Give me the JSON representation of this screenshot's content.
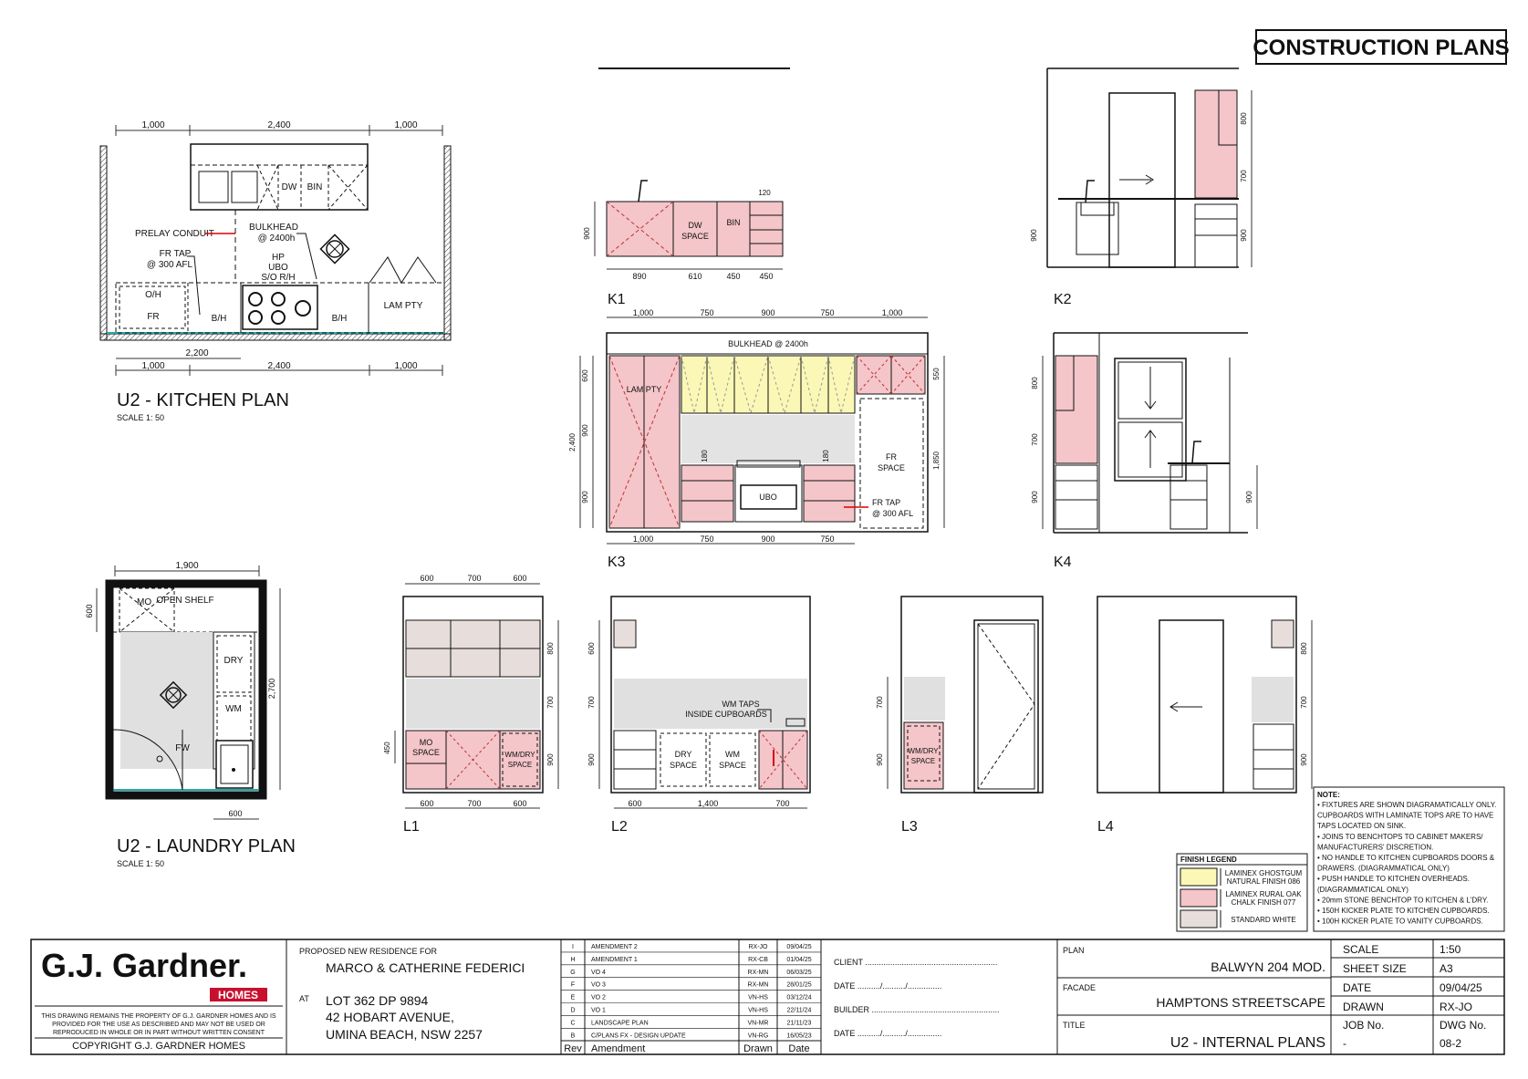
{
  "header": {
    "title": "CONSTRUCTION PLANS"
  },
  "kitchen_plan": {
    "title": "U2 - KITCHEN PLAN",
    "scale": "SCALE 1: 50",
    "dims_top": [
      "1,000",
      "2,400",
      "1,000"
    ],
    "dims_bottom": [
      "1,000",
      "2,400",
      "1,000"
    ],
    "dim_2200": "2,200",
    "labels": {
      "dw": "DW",
      "bin": "BIN",
      "prelay": "PRELAY CONDUIT",
      "bulkhead1": "BULKHEAD",
      "bulkhead2": "@ 2400h",
      "frtap1": "FR TAP",
      "frtap2": "@ 300 AFL",
      "hp": "HP",
      "ubo": "UBO",
      "sor": "S/O R/H",
      "oh": "O/H",
      "fr": "FR",
      "bh": "B/H",
      "bh2": "B/H",
      "lampty": "LAM PTY"
    }
  },
  "laundry_plan": {
    "title": "U2 - LAUNDRY PLAN",
    "scale": "SCALE 1: 50",
    "dim_top": "1,900",
    "dim_side": "2,700",
    "dim_600": "600",
    "dim_600b": "600",
    "labels": {
      "mo": "MO",
      "open_shelf": "OPEN SHELF",
      "dry": "DRY",
      "wm": "WM",
      "fw": "FW"
    }
  },
  "elevations": {
    "k1": {
      "tag": "K1",
      "labels": {
        "dw1": "DW",
        "dw2": "SPACE",
        "bin": "BIN",
        "h900": "900",
        "h120": "120"
      },
      "dims": [
        "890",
        "610",
        "450",
        "450"
      ]
    },
    "k2": {
      "tag": "K2",
      "dims": [
        "900",
        "900",
        "700",
        "800"
      ]
    },
    "k3": {
      "tag": "K3",
      "dims_top": [
        "1,000",
        "750",
        "900",
        "750",
        "1,000"
      ],
      "dims_bottom": [
        "1,000",
        "750",
        "900",
        "750"
      ],
      "labels": {
        "bulkhead": "BULKHEAD @ 2400h",
        "lampty": "LAM PTY",
        "fr1": "FR",
        "fr2": "SPACE",
        "ubo": "UBO",
        "frtap1": "FR TAP",
        "frtap2": "@ 300 AFL",
        "h180a": "180",
        "h180b": "180"
      },
      "side": [
        "600",
        "900",
        "900",
        "2,400",
        "550",
        "1,850"
      ]
    },
    "k4": {
      "tag": "K4",
      "dims": [
        "800",
        "700",
        "900",
        "900"
      ]
    },
    "l1": {
      "tag": "L1",
      "dims_top": [
        "600",
        "700",
        "600"
      ],
      "dims_bottom": [
        "600",
        "700",
        "600"
      ],
      "side": [
        "800",
        "700",
        "900",
        "450"
      ],
      "labels": {
        "mo1": "MO",
        "mo2": "SPACE",
        "wm1": "WM/DRY",
        "wm2": "SPACE"
      }
    },
    "l2": {
      "tag": "L2",
      "dims_bottom": [
        "600",
        "1,400",
        "700"
      ],
      "side": [
        "600",
        "700",
        "900"
      ],
      "labels": {
        "taps1": "WM TAPS",
        "taps2": "INSIDE CUPBOARDS",
        "dry1": "DRY",
        "dry2": "SPACE",
        "wm1": "WM",
        "wm2": "SPACE"
      }
    },
    "l3": {
      "tag": "L3",
      "side": [
        "700",
        "900"
      ],
      "labels": {
        "wm1": "WM/DRY",
        "wm2": "SPACE"
      }
    },
    "l4": {
      "tag": "L4",
      "side": [
        "800",
        "700",
        "900"
      ]
    }
  },
  "finish_legend": {
    "title": "FINISH LEGEND",
    "items": [
      {
        "color": "#fbf7b6",
        "line1": "LAMINEX GHOSTGUM",
        "line2": "NATURAL FINISH 086"
      },
      {
        "color": "#f4c5c9",
        "line1": "LAMINEX RURAL OAK",
        "line2": "CHALK FINISH 077"
      },
      {
        "color": "#e7dedb",
        "line1": "STANDARD WHITE",
        "line2": ""
      }
    ]
  },
  "notes": {
    "title": "NOTE:",
    "lines": [
      "• FIXTURES ARE SHOWN DIAGRAMATICALLY ONLY.",
      "CUPBOARDS WITH LAMINATE TOPS ARE TO HAVE",
      "TAPS LOCATED ON SINK.",
      "• JOINS TO BENCHTOPS TO CABINET MAKERS/",
      "MANUFACTURERS' DISCRETION.",
      "• NO HANDLE TO KITCHEN CUPBOARDS DOORS &",
      "DRAWERS. (DIAGRAMMATICAL ONLY)",
      "• PUSH HANDLE TO KITCHEN OVERHEADS.",
      "(DIAGRAMMATICAL ONLY)",
      "• 20mm STONE BENCHTOP TO KITCHEN & L'DRY.",
      "• 150H KICKER PLATE TO KITCHEN CUPBOARDS.",
      "• 100H KICKER PLATE TO VANITY CUPBOARDS."
    ]
  },
  "title_block": {
    "brand": "G.J. Gardner.",
    "brand_sub": "HOMES",
    "disclaimer": [
      "THIS DRAWING REMAINS THE PROPERTY OF G.J. GARDNER HOMES AND IS",
      "PROVIDED FOR THE USE AS DESCRIBED AND MAY NOT BE USED OR",
      "REPRODUCED IN WHOLE OR IN PART WITHOUT WRITTEN CONSENT"
    ],
    "copyright": "COPYRIGHT G.J. GARDNER HOMES",
    "proposed_label": "PROPOSED NEW RESIDENCE FOR",
    "client_name": "MARCO & CATHERINE FEDERICI",
    "at_label": "AT",
    "address": [
      "LOT 362 DP 9894",
      "42 HOBART AVENUE,",
      "UMINA BEACH, NSW 2257"
    ],
    "revisions": [
      {
        "rev": "I",
        "amendment": "AMENDMENT 2",
        "drawn": "RX-JO",
        "date": "09/04/25"
      },
      {
        "rev": "H",
        "amendment": "AMENDMENT 1",
        "drawn": "RX-CB",
        "date": "01/04/25"
      },
      {
        "rev": "G",
        "amendment": "VO 4",
        "drawn": "RX-MN",
        "date": "06/03/25"
      },
      {
        "rev": "F",
        "amendment": "VO 3",
        "drawn": "RX-MN",
        "date": "28/01/25"
      },
      {
        "rev": "E",
        "amendment": "VO 2",
        "drawn": "VN-HS",
        "date": "03/12/24"
      },
      {
        "rev": "D",
        "amendment": "VO 1",
        "drawn": "VN-HS",
        "date": "22/11/24"
      },
      {
        "rev": "C",
        "amendment": "LANDSCAPE PLAN",
        "drawn": "VN-MR",
        "date": "21/11/23"
      },
      {
        "rev": "B",
        "amendment": "C/PLANS FX - DESIGN UPDATE",
        "drawn": "VN-RG",
        "date": "16/05/23"
      }
    ],
    "rev_headers": {
      "rev": "Rev",
      "amendment": "Amendment",
      "drawn": "Drawn",
      "date": "Date"
    },
    "sign_lines": [
      "CLIENT ..........................................................",
      "DATE ........../........../...............",
      "BUILDER ........................................................",
      "DATE ........../........../..............."
    ],
    "plan_label": "PLAN",
    "plan_value": "BALWYN 204 MOD.",
    "facade_label": "FACADE",
    "facade_value": "HAMPTONS STREETSCAPE",
    "title_label": "TITLE",
    "title_value": "U2 - INTERNAL PLANS",
    "meta": [
      {
        "label": "SCALE",
        "value": "1:50"
      },
      {
        "label": "SHEET SIZE",
        "value": "A3"
      },
      {
        "label": "DATE",
        "value": "09/04/25"
      },
      {
        "label": "DRAWN",
        "value": "RX-JO"
      }
    ],
    "job_label": "JOB No.",
    "job_value": "-",
    "dwg_label": "DWG No.",
    "dwg_value": "08-2"
  }
}
